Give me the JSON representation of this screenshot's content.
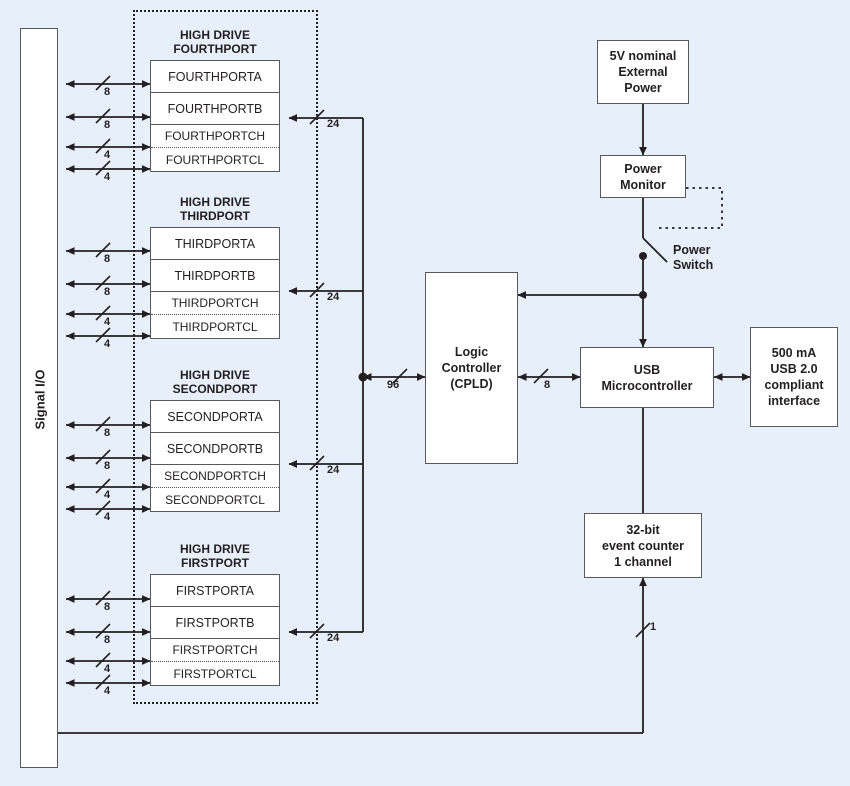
{
  "diagram": {
    "background_color": "#e6effa",
    "line_color": "#231f20",
    "box_fill": "#ffffff",
    "box_border": "#58595b"
  },
  "signal_io": {
    "label": "Signal I/O"
  },
  "port_groups": [
    {
      "id": "fourthport",
      "title": "HIGH DRIVE\nFOURTHPORT",
      "rows": [
        {
          "label": "FOURTHPORTA",
          "bits": "8"
        },
        {
          "label": "FOURTHPORTB",
          "bits": "8"
        },
        {
          "label": "FOURTHPORTCH",
          "bits": "4"
        },
        {
          "label": "FOURTHPORTCL",
          "bits": "4"
        }
      ],
      "bus_label": "24"
    },
    {
      "id": "thirdport",
      "title": "HIGH DRIVE\nTHIRDPORT",
      "rows": [
        {
          "label": "THIRDPORTA",
          "bits": "8"
        },
        {
          "label": "THIRDPORTB",
          "bits": "8"
        },
        {
          "label": "THIRDPORTCH",
          "bits": "4"
        },
        {
          "label": "THIRDPORTCL",
          "bits": "4"
        }
      ],
      "bus_label": "24"
    },
    {
      "id": "secondport",
      "title": "HIGH DRIVE\nSECONDPORT",
      "rows": [
        {
          "label": "SECONDPORTA",
          "bits": "8"
        },
        {
          "label": "SECONDPORTB",
          "bits": "8"
        },
        {
          "label": "SECONDPORTCH",
          "bits": "4"
        },
        {
          "label": "SECONDPORTCL",
          "bits": "4"
        }
      ],
      "bus_label": "24"
    },
    {
      "id": "firstport",
      "title": "HIGH DRIVE\nFIRSTPORT",
      "rows": [
        {
          "label": "FIRSTPORTA",
          "bits": "8"
        },
        {
          "label": "FIRSTPORTB",
          "bits": "8"
        },
        {
          "label": "FIRSTPORTCH",
          "bits": "4"
        },
        {
          "label": "FIRSTPORTCL",
          "bits": "4"
        }
      ],
      "bus_label": "24"
    }
  ],
  "buses": {
    "trunk_to_cpld": "96",
    "cpld_to_usb": "8",
    "counter_input": "1"
  },
  "blocks": {
    "external_power": "5V nominal\nExternal\nPower",
    "power_monitor": "Power\nMonitor",
    "power_switch": "Power\nSwitch",
    "logic_controller": "Logic\nController\n(CPLD)",
    "usb_microcontroller": "USB\nMicrocontroller",
    "usb_interface": "500 mA\nUSB 2.0\ncompliant\ninterface",
    "event_counter": "32-bit\nevent counter\n1 channel"
  }
}
